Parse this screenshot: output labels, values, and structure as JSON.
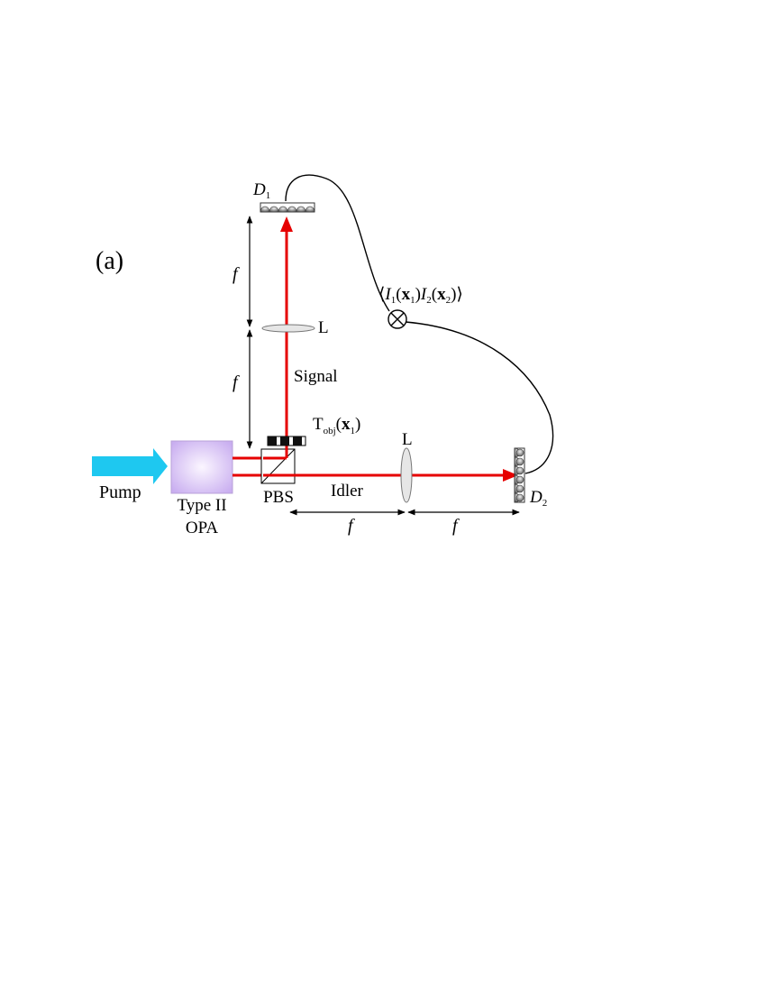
{
  "panel_label": "(a)",
  "labels": {
    "pump": "Pump",
    "opa_line1": "Type II",
    "opa_line2": "OPA",
    "pbs": "PBS",
    "signal": "Signal",
    "idler": "Idler",
    "lens_signal": "L",
    "lens_idler": "L",
    "focal_f": "f",
    "detector1": {
      "main": "D",
      "sub": "1"
    },
    "detector2": {
      "main": "D",
      "sub": "2"
    },
    "object": {
      "main": "T",
      "sub": "obj",
      "arg_open": "(",
      "arg_var": "x",
      "arg_sub": "1",
      "arg_close": ")"
    },
    "correlator_icon": "⊗",
    "correlation": {
      "open": "⟨",
      "I": "I",
      "sub1": "1",
      "paren_open": "(",
      "x": "x",
      "paren_close": ")",
      "sub2": "2",
      "close": "⟩"
    }
  },
  "colors": {
    "beam": "#e60000",
    "pump": "#1ec8f0",
    "crystal_edge": "#b8a0d8",
    "crystal_center": "#fbf6ff",
    "crystal_outer": "#c9aef0",
    "lens_fill": "#e6e6e6",
    "pixel_dark": "#222222",
    "line": "#000000"
  }
}
